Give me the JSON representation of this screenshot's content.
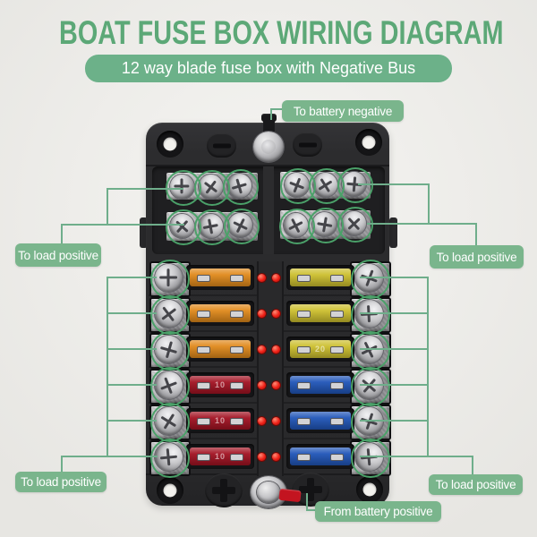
{
  "title": "BOAT FUSE BOX WIRING DIAGRAM",
  "subtitle": "12 way blade fuse box with Negative Bus",
  "callouts": {
    "top": "To battery negative",
    "mid_left": "To load positive",
    "mid_right": "To load positive",
    "bottom_left": "To load positive",
    "bottom_right": "To load positive",
    "bottom_center": "From battery positive"
  },
  "colors": {
    "title_green": "#5ca877",
    "banner_green": "#6cb189",
    "callout_green": "#7ab58c",
    "line_green": "#6fae8b",
    "led_red": "#ee1f16",
    "wire_red": "#c31420",
    "box_body": "#2c2c2e",
    "paper": "#f0efeb"
  },
  "fuse_box": {
    "ways": 12,
    "negative_bus_rows": 2,
    "negative_bus_screws_per_row": 6,
    "leds_per_row": 2,
    "rows": [
      {
        "left": {
          "color": "orange",
          "hex": "#e0891b",
          "amp": ""
        },
        "right": {
          "color": "yellow",
          "hex": "#cdbf2e",
          "amp": ""
        }
      },
      {
        "left": {
          "color": "orange",
          "hex": "#e0891b",
          "amp": ""
        },
        "right": {
          "color": "yellow",
          "hex": "#cdbf2e",
          "amp": ""
        }
      },
      {
        "left": {
          "color": "orange",
          "hex": "#e0891b",
          "amp": ""
        },
        "right": {
          "color": "yellow",
          "hex": "#cdbf2e",
          "amp": "20"
        }
      },
      {
        "left": {
          "color": "red",
          "hex": "#a21222",
          "amp": "10"
        },
        "right": {
          "color": "blue",
          "hex": "#2055b8",
          "amp": ""
        }
      },
      {
        "left": {
          "color": "red",
          "hex": "#a21222",
          "amp": "10"
        },
        "right": {
          "color": "blue",
          "hex": "#2055b8",
          "amp": ""
        }
      },
      {
        "left": {
          "color": "red",
          "hex": "#a21222",
          "amp": "10"
        },
        "right": {
          "color": "blue",
          "hex": "#2055b8",
          "amp": ""
        }
      }
    ]
  }
}
